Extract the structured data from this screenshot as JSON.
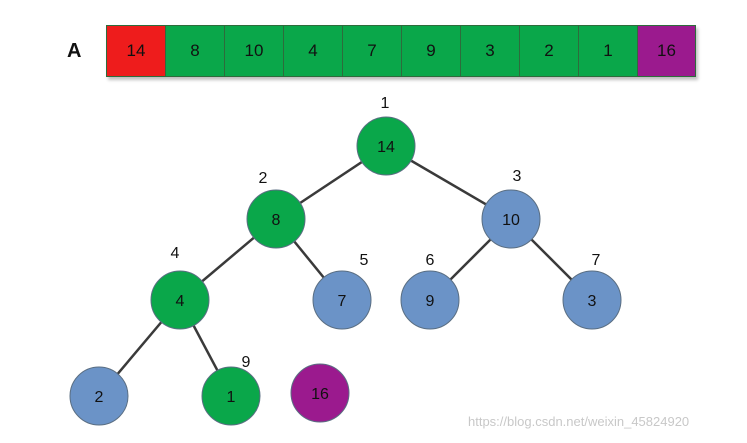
{
  "array": {
    "label": "A",
    "cells": [
      {
        "value": "14",
        "status": "moved"
      },
      {
        "value": "8",
        "status": "heap"
      },
      {
        "value": "10",
        "status": "heap"
      },
      {
        "value": "4",
        "status": "heap"
      },
      {
        "value": "7",
        "status": "heap"
      },
      {
        "value": "9",
        "status": "heap"
      },
      {
        "value": "3",
        "status": "heap"
      },
      {
        "value": "2",
        "status": "heap"
      },
      {
        "value": "1",
        "status": "heap"
      },
      {
        "value": "16",
        "status": "sorted"
      }
    ]
  },
  "colors": {
    "moved": "#ee1c1c",
    "heap": "#0aa74a",
    "sorted": "#9b1a8e",
    "blue": "#6b93c7",
    "edge": "#3a3a3a"
  },
  "tree": {
    "nodes": [
      {
        "id": "n1",
        "value": "14",
        "index": "1",
        "color": "heap"
      },
      {
        "id": "n2",
        "value": "8",
        "index": "2",
        "color": "heap"
      },
      {
        "id": "n3",
        "value": "10",
        "index": "3",
        "color": "blue"
      },
      {
        "id": "n4",
        "value": "4",
        "index": "4",
        "color": "heap"
      },
      {
        "id": "n5",
        "value": "7",
        "index": "5",
        "color": "blue"
      },
      {
        "id": "n6",
        "value": "9",
        "index": "6",
        "color": "blue"
      },
      {
        "id": "n7",
        "value": "3",
        "index": "7",
        "color": "blue"
      },
      {
        "id": "n8",
        "value": "2",
        "index": "",
        "color": "blue"
      },
      {
        "id": "n9",
        "value": "1",
        "index": "9",
        "color": "heap"
      },
      {
        "id": "n10",
        "value": "16",
        "index": "",
        "color": "sorted"
      }
    ],
    "edges": [
      [
        "n1",
        "n2"
      ],
      [
        "n1",
        "n3"
      ],
      [
        "n2",
        "n4"
      ],
      [
        "n2",
        "n5"
      ],
      [
        "n3",
        "n6"
      ],
      [
        "n3",
        "n7"
      ],
      [
        "n4",
        "n8"
      ],
      [
        "n4",
        "n9"
      ]
    ]
  },
  "watermark": "https://blog.csdn.net/weixin_45824920"
}
